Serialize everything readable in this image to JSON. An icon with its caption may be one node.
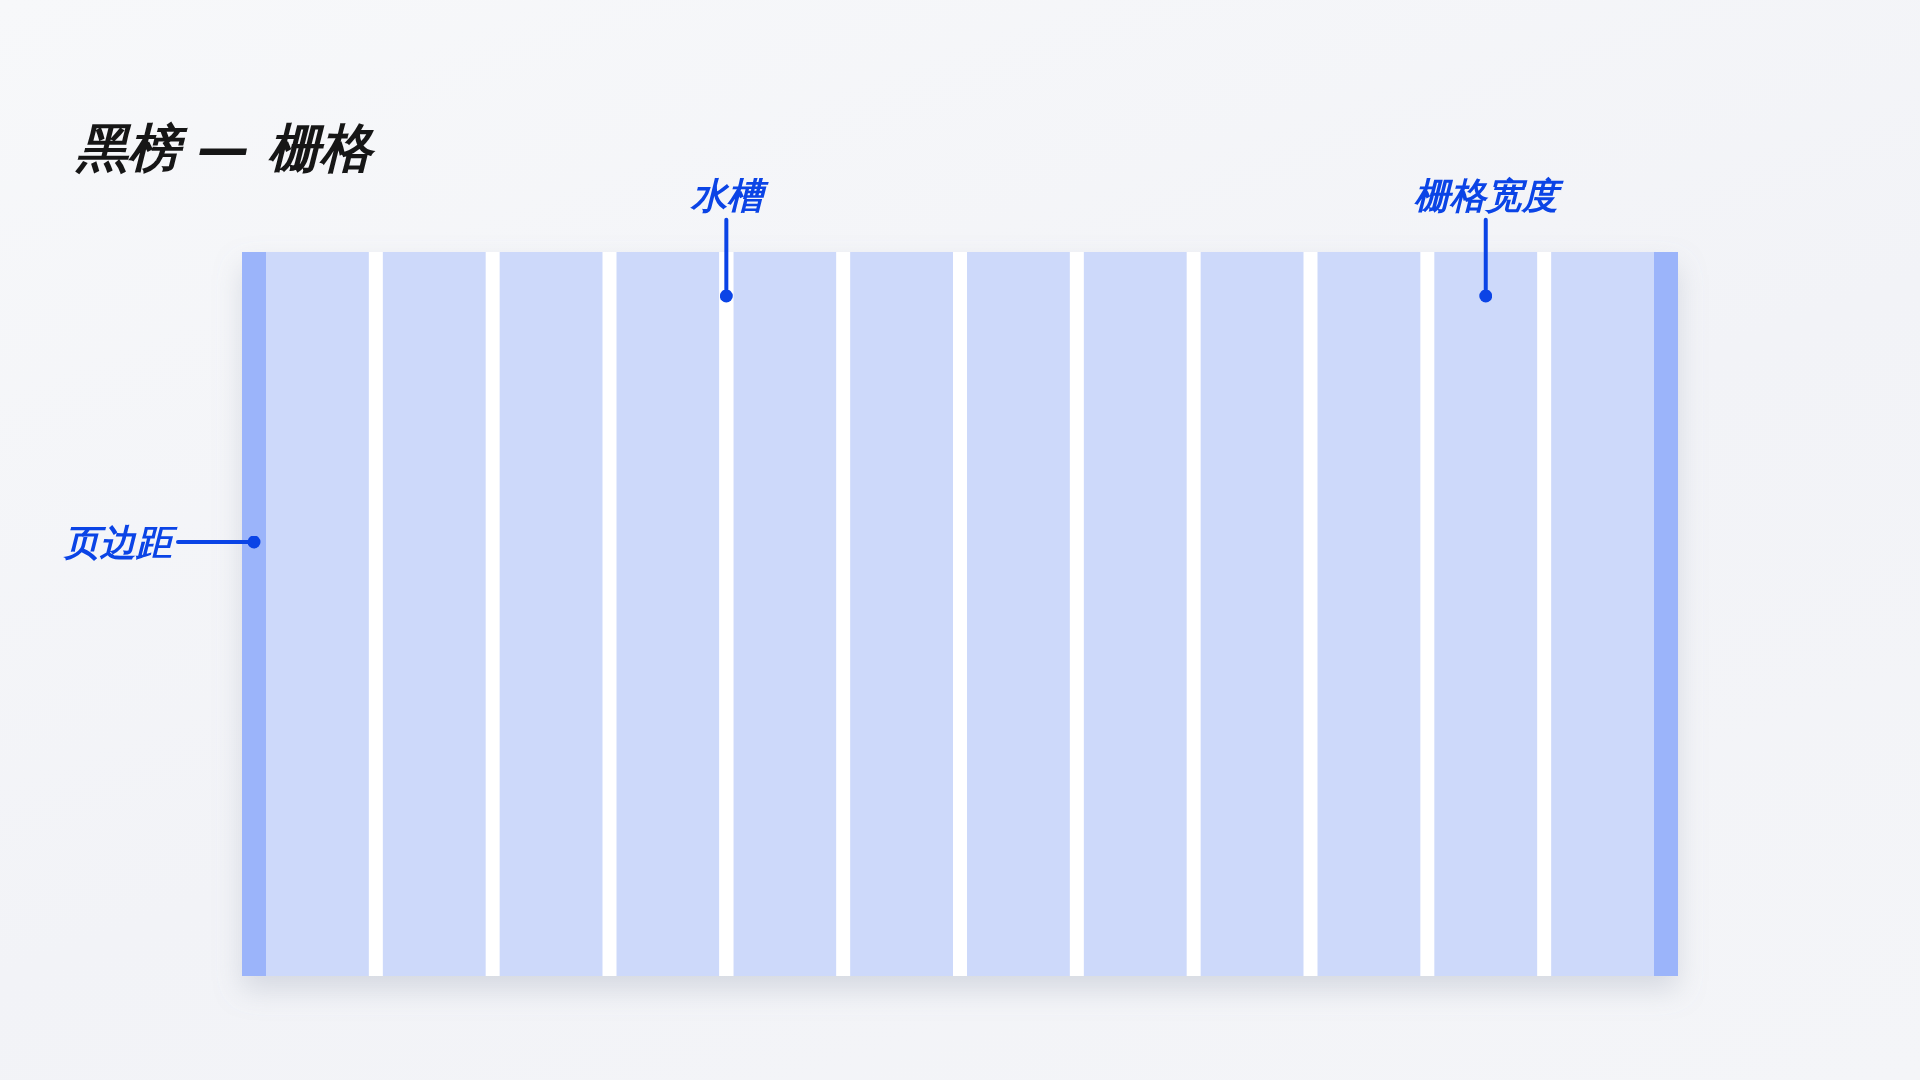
{
  "diagram": {
    "title": "黑榜 — 栅格",
    "nodes": [
      {
        "text": [
          "水槽"
        ]
      },
      {
        "text": [
          "栅格宽度"
        ]
      },
      {
        "text": [
          "页边距"
        ]
      },
      {
        "text": [],
        "shape": "bar"
      },
      {
        "text": [],
        "shape": "bar"
      },
      {
        "text": [],
        "shape": "bar"
      }
    ],
    "edges": [
      {
        "from": 0,
        "to": 4,
        "arrow": "other"
      },
      {
        "from": 1,
        "to": 5,
        "arrow": "other"
      },
      {
        "from": 2,
        "to": 3,
        "arrow": "other"
      }
    ]
  }
}
